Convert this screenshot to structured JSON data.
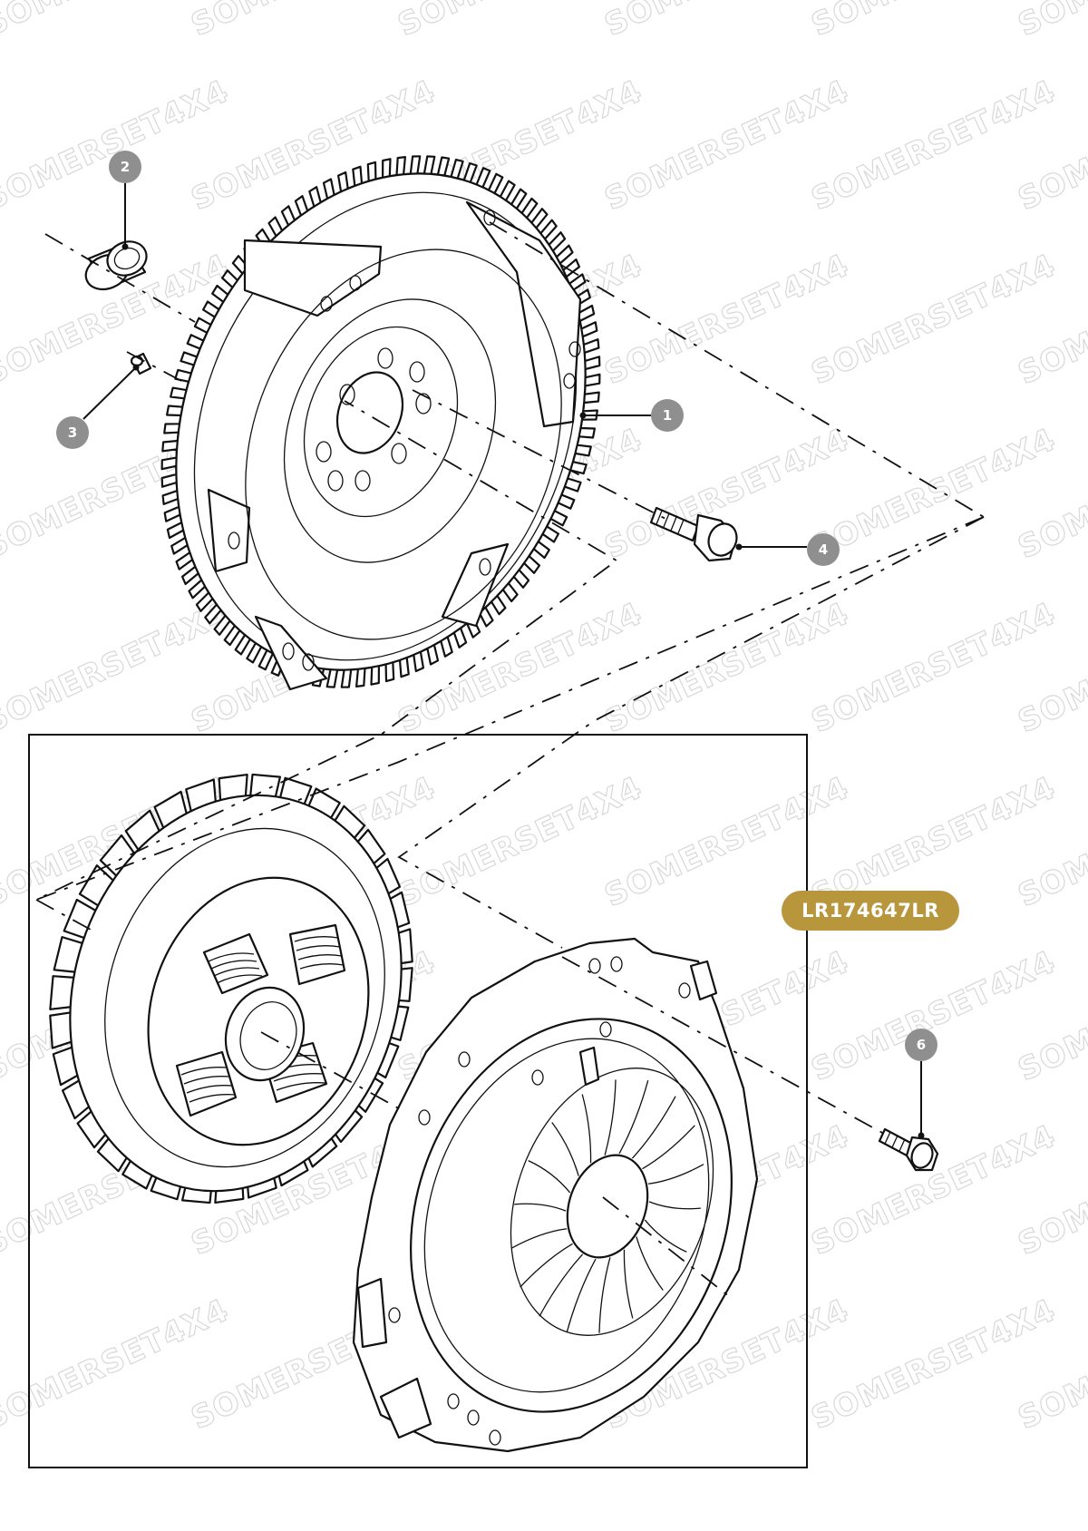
{
  "watermark": "SOMERSET4X4",
  "callouts": [
    {
      "id": "1",
      "label": "1"
    },
    {
      "id": "2",
      "label": "2"
    },
    {
      "id": "3",
      "label": "3"
    },
    {
      "id": "4",
      "label": "4"
    },
    {
      "id": "6",
      "label": "6"
    }
  ],
  "kit_badge": {
    "label": "LR174647LR",
    "color": "#b8973c"
  },
  "colors": {
    "callout": "#8f8f8f",
    "line": "#111111"
  }
}
